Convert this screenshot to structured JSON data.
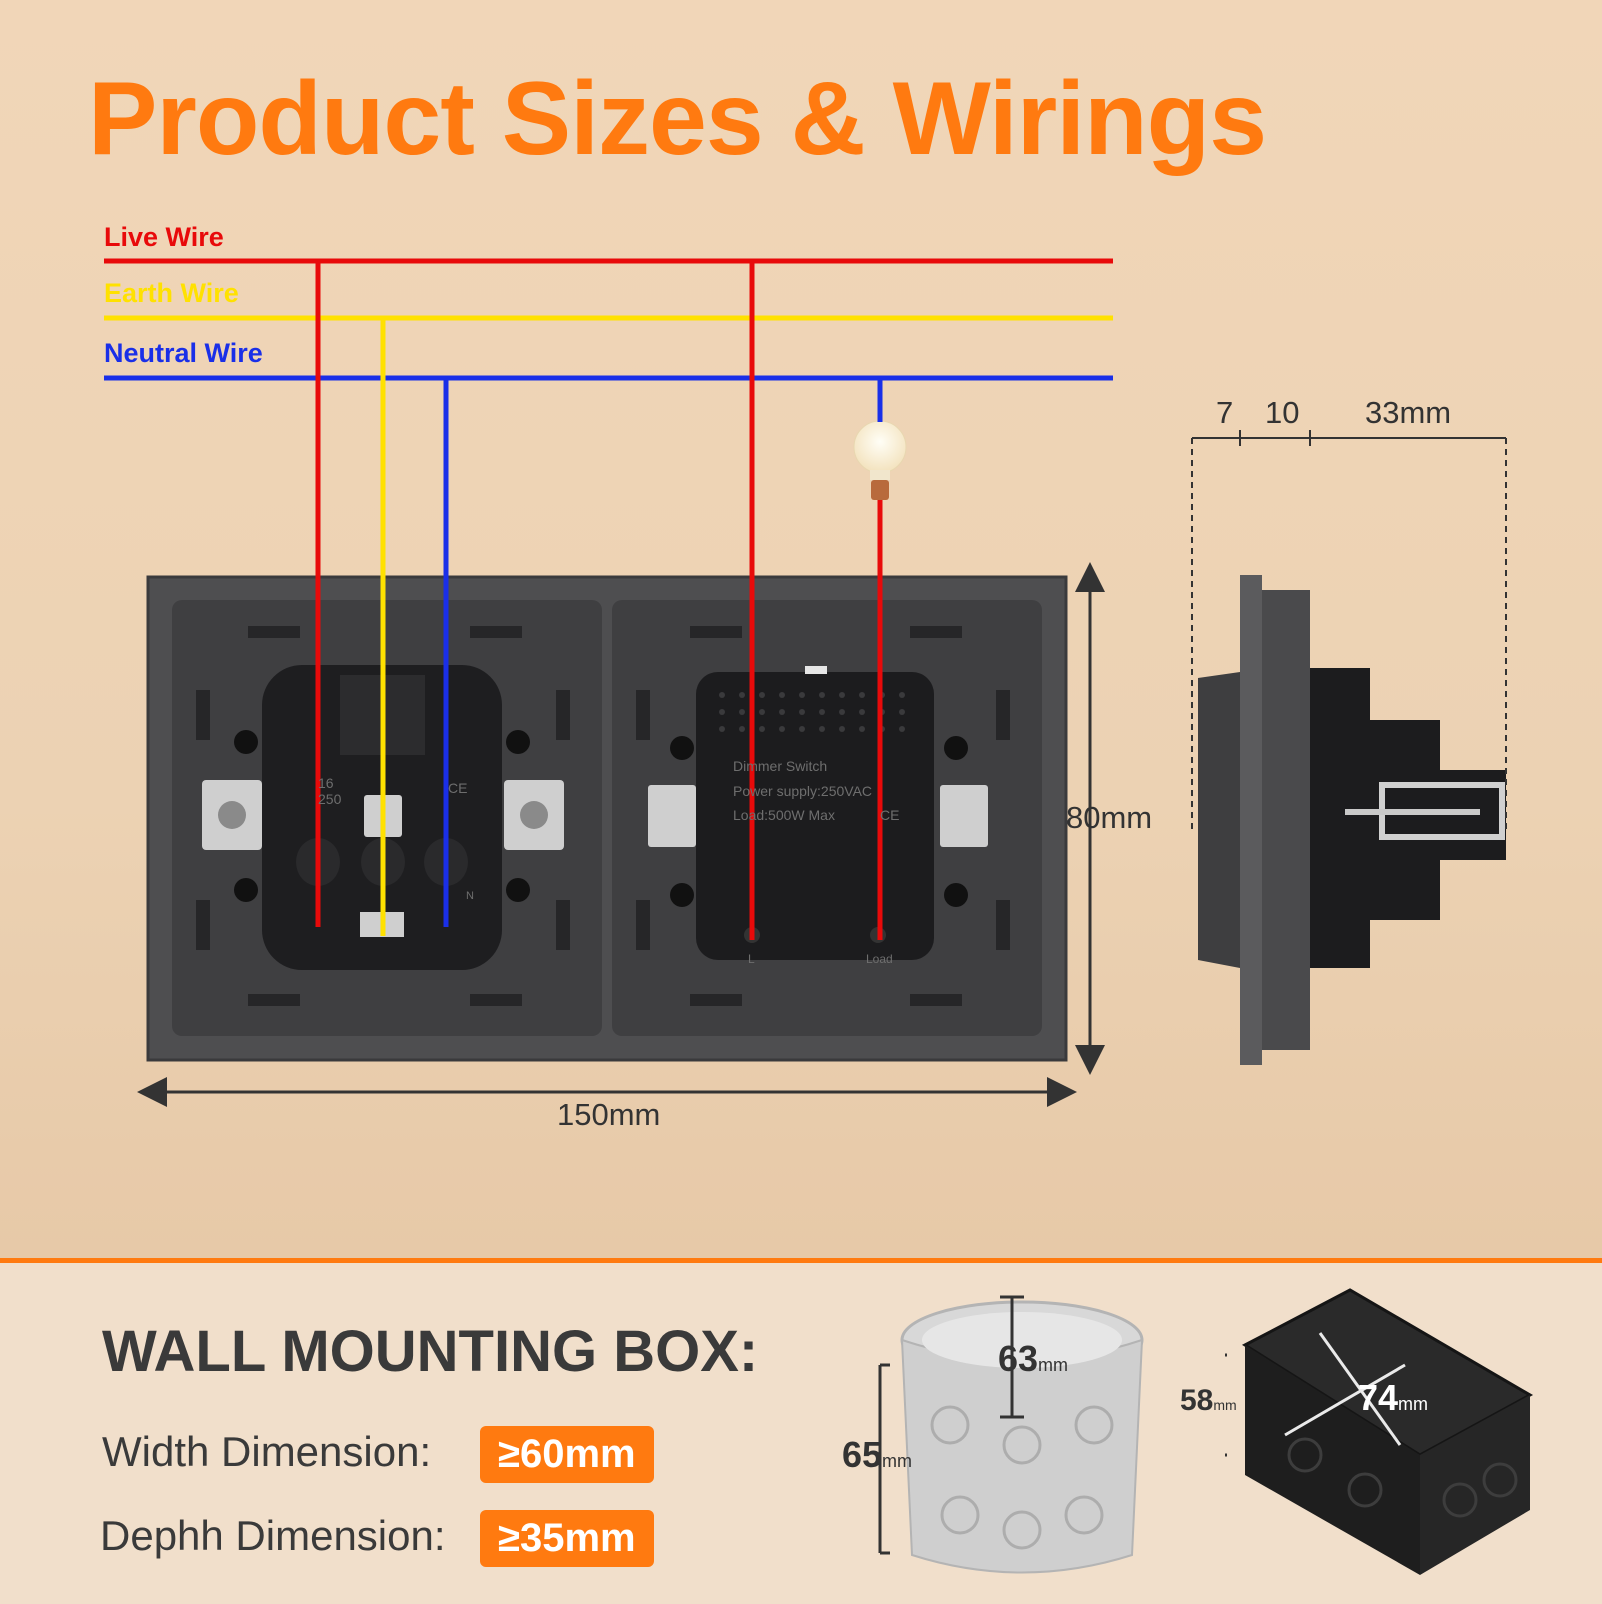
{
  "title": "Product Sizes & Wirings",
  "wires": [
    {
      "label": "Live Wire",
      "color": "#e80a0a"
    },
    {
      "label": "Earth Wire",
      "color": "#ffe100"
    },
    {
      "label": "Neutral Wire",
      "color": "#1a2fe8"
    }
  ],
  "dimensions": {
    "width": "150mm",
    "height": "80mm",
    "depth_segments": [
      "7",
      "10",
      "33mm"
    ]
  },
  "panel_markings": {
    "socket_rating_1": "16",
    "socket_rating_2": "250",
    "socket_cert": "CE",
    "dimmer_line1": "Dimmer Switch",
    "dimmer_line2": "Power supply:250VAC",
    "dimmer_line3": "Load:500W Max",
    "dimmer_cert": "CE",
    "terminal_l": "L",
    "terminal_load": "Load",
    "terminal_n": "N"
  },
  "wall_box": {
    "heading": "WALL MOUNTING BOX:",
    "width_label": "Width Dimension:",
    "width_value": "≥60mm",
    "depth_label": "Dephh Dimension:",
    "depth_value": "≥35mm",
    "round_box": {
      "diameter_value": "63",
      "diameter_unit": "mm",
      "height_value": "65",
      "height_unit": "mm"
    },
    "square_box": {
      "size_value": "74",
      "size_unit": "mm",
      "height_value": "58",
      "height_unit": "mm"
    }
  },
  "colors": {
    "accent": "#ff7a10",
    "panel": "#505052",
    "panel_dark": "#2f2f31"
  }
}
